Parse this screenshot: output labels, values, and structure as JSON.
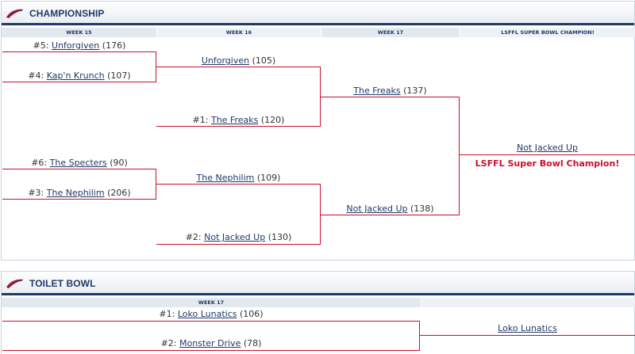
{
  "championship": {
    "title": "CHAMPIONSHIP",
    "weeks": [
      "WEEK 15",
      "WEEK 16",
      "WEEK 17",
      "LSFFL SUPER BOWL CHAMPION!"
    ],
    "round1": [
      {
        "seed": "#5:",
        "team": "Unforgiven",
        "score": "(176)"
      },
      {
        "seed": "#4:",
        "team": "Kap'n Krunch",
        "score": "(107)"
      },
      {
        "seed": "#6:",
        "team": "The Specters",
        "score": "(90)"
      },
      {
        "seed": "#3:",
        "team": "The Nephilim",
        "score": "(206)"
      }
    ],
    "round2": [
      {
        "seed": "",
        "team": "Unforgiven",
        "score": "(105)"
      },
      {
        "seed": "#1:",
        "team": "The Freaks",
        "score": "(120)"
      },
      {
        "seed": "",
        "team": "The Nephilim",
        "score": "(109)"
      },
      {
        "seed": "#2:",
        "team": "Not Jacked Up",
        "score": "(130)"
      }
    ],
    "round3": [
      {
        "team": "The Freaks",
        "score": "(137)"
      },
      {
        "team": "Not Jacked Up",
        "score": "(138)"
      }
    ],
    "champion": {
      "team": "Not Jacked Up",
      "note": "LSFFL Super Bowl Champion!"
    }
  },
  "toilet_bowl": {
    "title": "TOILET BOWL",
    "weeks": [
      "WEEK 17",
      ""
    ],
    "matchup": [
      {
        "seed": "#1:",
        "team": "Loko Lunatics",
        "score": "(106)"
      },
      {
        "seed": "#2:",
        "team": "Monster Drive",
        "score": "(78)"
      }
    ],
    "winner": {
      "team": "Loko Lunatics"
    }
  },
  "colors": {
    "bracket_line": "#c8102e",
    "header_text": "#1e3a66",
    "link": "#1e3a66"
  },
  "icons": {
    "logo": "football-swoosh-icon"
  }
}
